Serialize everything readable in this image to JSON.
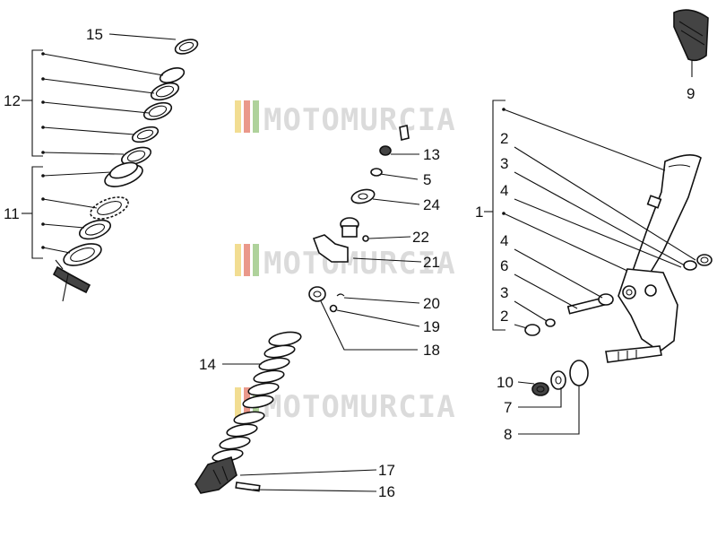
{
  "watermark": {
    "text": "MOTOMURCIA",
    "colors": [
      "#e8c23a",
      "#d9452b",
      "#6fae4a"
    ]
  },
  "labels": [
    {
      "id": "15",
      "text": "15"
    },
    {
      "id": "12",
      "text": "12"
    },
    {
      "id": "11",
      "text": "11"
    },
    {
      "id": "13",
      "text": "13"
    },
    {
      "id": "5",
      "text": "5"
    },
    {
      "id": "24",
      "text": "24"
    },
    {
      "id": "22",
      "text": "22"
    },
    {
      "id": "21",
      "text": "21"
    },
    {
      "id": "20",
      "text": "20"
    },
    {
      "id": "19",
      "text": "19"
    },
    {
      "id": "18",
      "text": "18"
    },
    {
      "id": "14",
      "text": "14"
    },
    {
      "id": "17",
      "text": "17"
    },
    {
      "id": "16",
      "text": "16"
    },
    {
      "id": "9",
      "text": "9"
    },
    {
      "id": "1",
      "text": "1"
    },
    {
      "id": "2a",
      "text": "2"
    },
    {
      "id": "3a",
      "text": "3"
    },
    {
      "id": "4a",
      "text": "4"
    },
    {
      "id": "4b",
      "text": "4"
    },
    {
      "id": "6",
      "text": "6"
    },
    {
      "id": "3b",
      "text": "3"
    },
    {
      "id": "2b",
      "text": "2"
    },
    {
      "id": "10",
      "text": "10"
    },
    {
      "id": "7",
      "text": "7"
    },
    {
      "id": "8",
      "text": "8"
    }
  ]
}
